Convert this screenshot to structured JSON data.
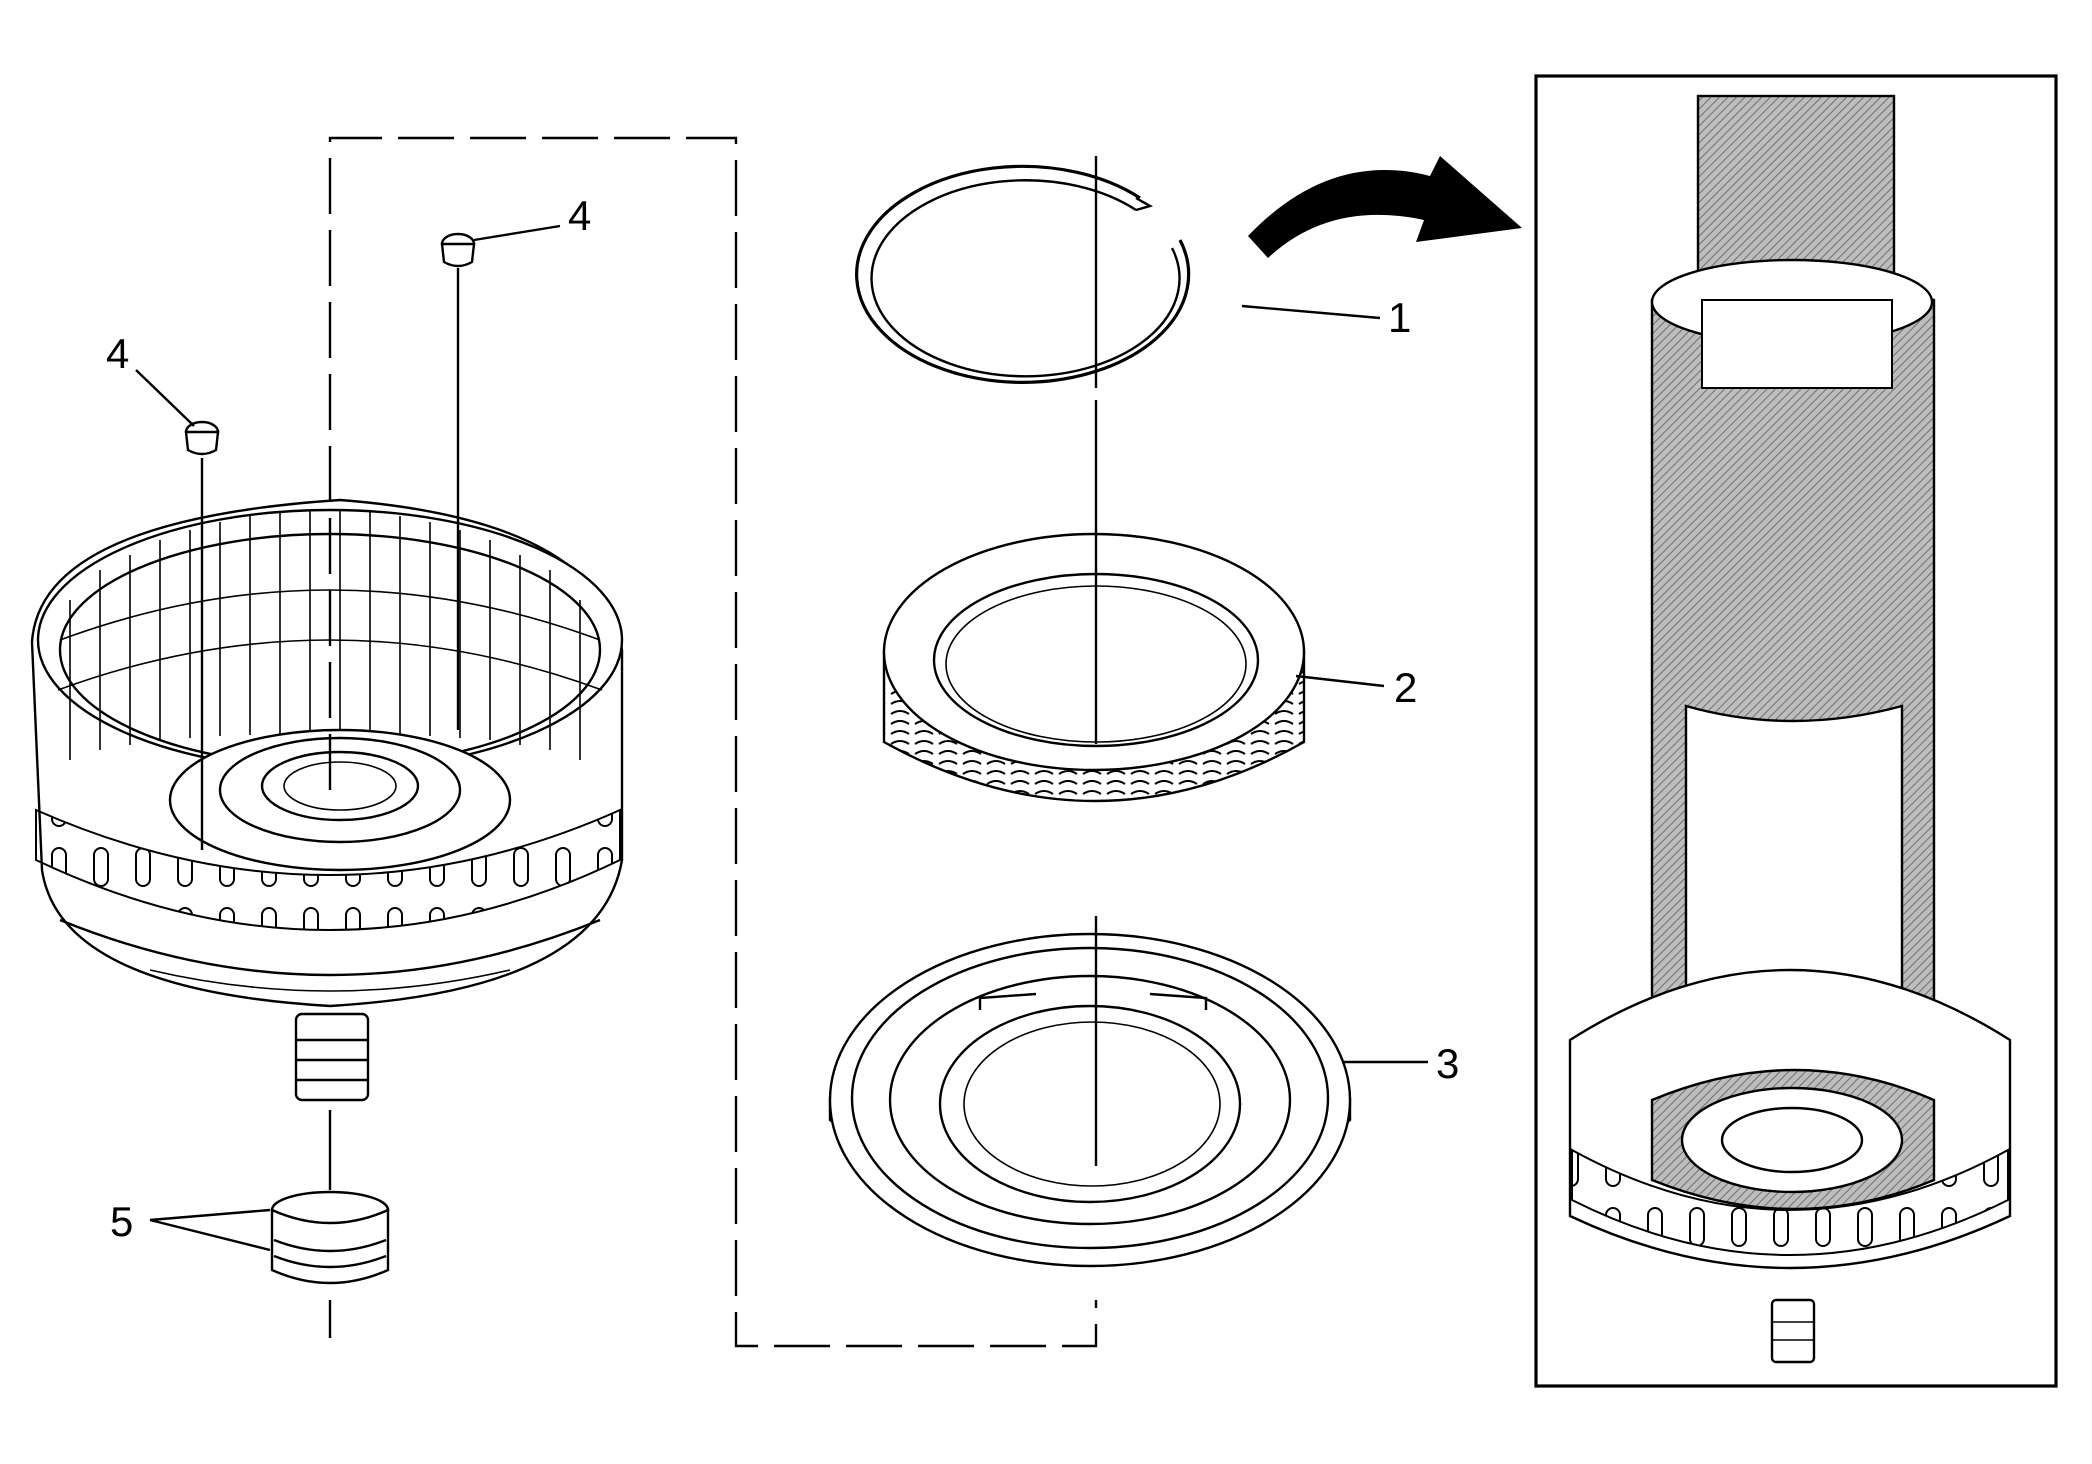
{
  "diagram": {
    "callouts": [
      {
        "id": "c1",
        "label": "1"
      },
      {
        "id": "c2",
        "label": "2"
      },
      {
        "id": "c3",
        "label": "3"
      },
      {
        "id": "c4a",
        "label": "4"
      },
      {
        "id": "c4b",
        "label": "4"
      },
      {
        "id": "c5",
        "label": "5"
      }
    ],
    "colors": {
      "line": "#000000",
      "background": "#ffffff",
      "hatch": "#6e6e6e"
    }
  }
}
